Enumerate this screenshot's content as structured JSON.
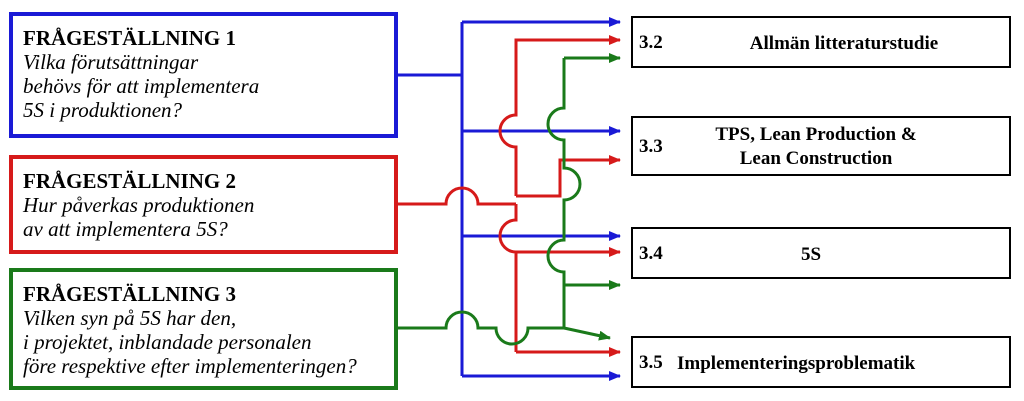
{
  "questions": [
    {
      "title": "FRÅGESTÄLLNING 1",
      "lines": [
        "Vilka förutsättningar",
        "behövs för att implementera",
        "5S i produktionen?"
      ],
      "color": "#1a1ad6"
    },
    {
      "title": "FRÅGESTÄLLNING 2",
      "lines": [
        "Hur påverkas produktionen",
        "av att implementera 5S?"
      ],
      "color": "#d61a1a"
    },
    {
      "title": "FRÅGESTÄLLNING 3",
      "lines": [
        "Vilken syn på 5S har den,",
        "i projektet, inblandade personalen",
        "före respektive efter implementeringen?"
      ],
      "color": "#1a7a1a"
    }
  ],
  "targets": [
    {
      "number": "3.2",
      "label_lines": [
        "Allmän litteraturstudie"
      ]
    },
    {
      "number": "3.3",
      "label_lines": [
        "TPS, Lean Production &",
        "Lean Construction"
      ]
    },
    {
      "number": "3.4",
      "label_lines": [
        "5S"
      ]
    },
    {
      "number": "3.5",
      "label_lines": [
        "Implementeringsproblematik"
      ]
    }
  ],
  "connections": [
    {
      "from": "FRÅGESTÄLLNING 1",
      "to": [
        "3.2",
        "3.3",
        "3.4",
        "3.5"
      ]
    },
    {
      "from": "FRÅGESTÄLLNING 2",
      "to": [
        "3.2",
        "3.3",
        "3.4",
        "3.5"
      ]
    },
    {
      "from": "FRÅGESTÄLLNING 3",
      "to": [
        "3.2",
        "3.4",
        "3.5"
      ]
    }
  ]
}
